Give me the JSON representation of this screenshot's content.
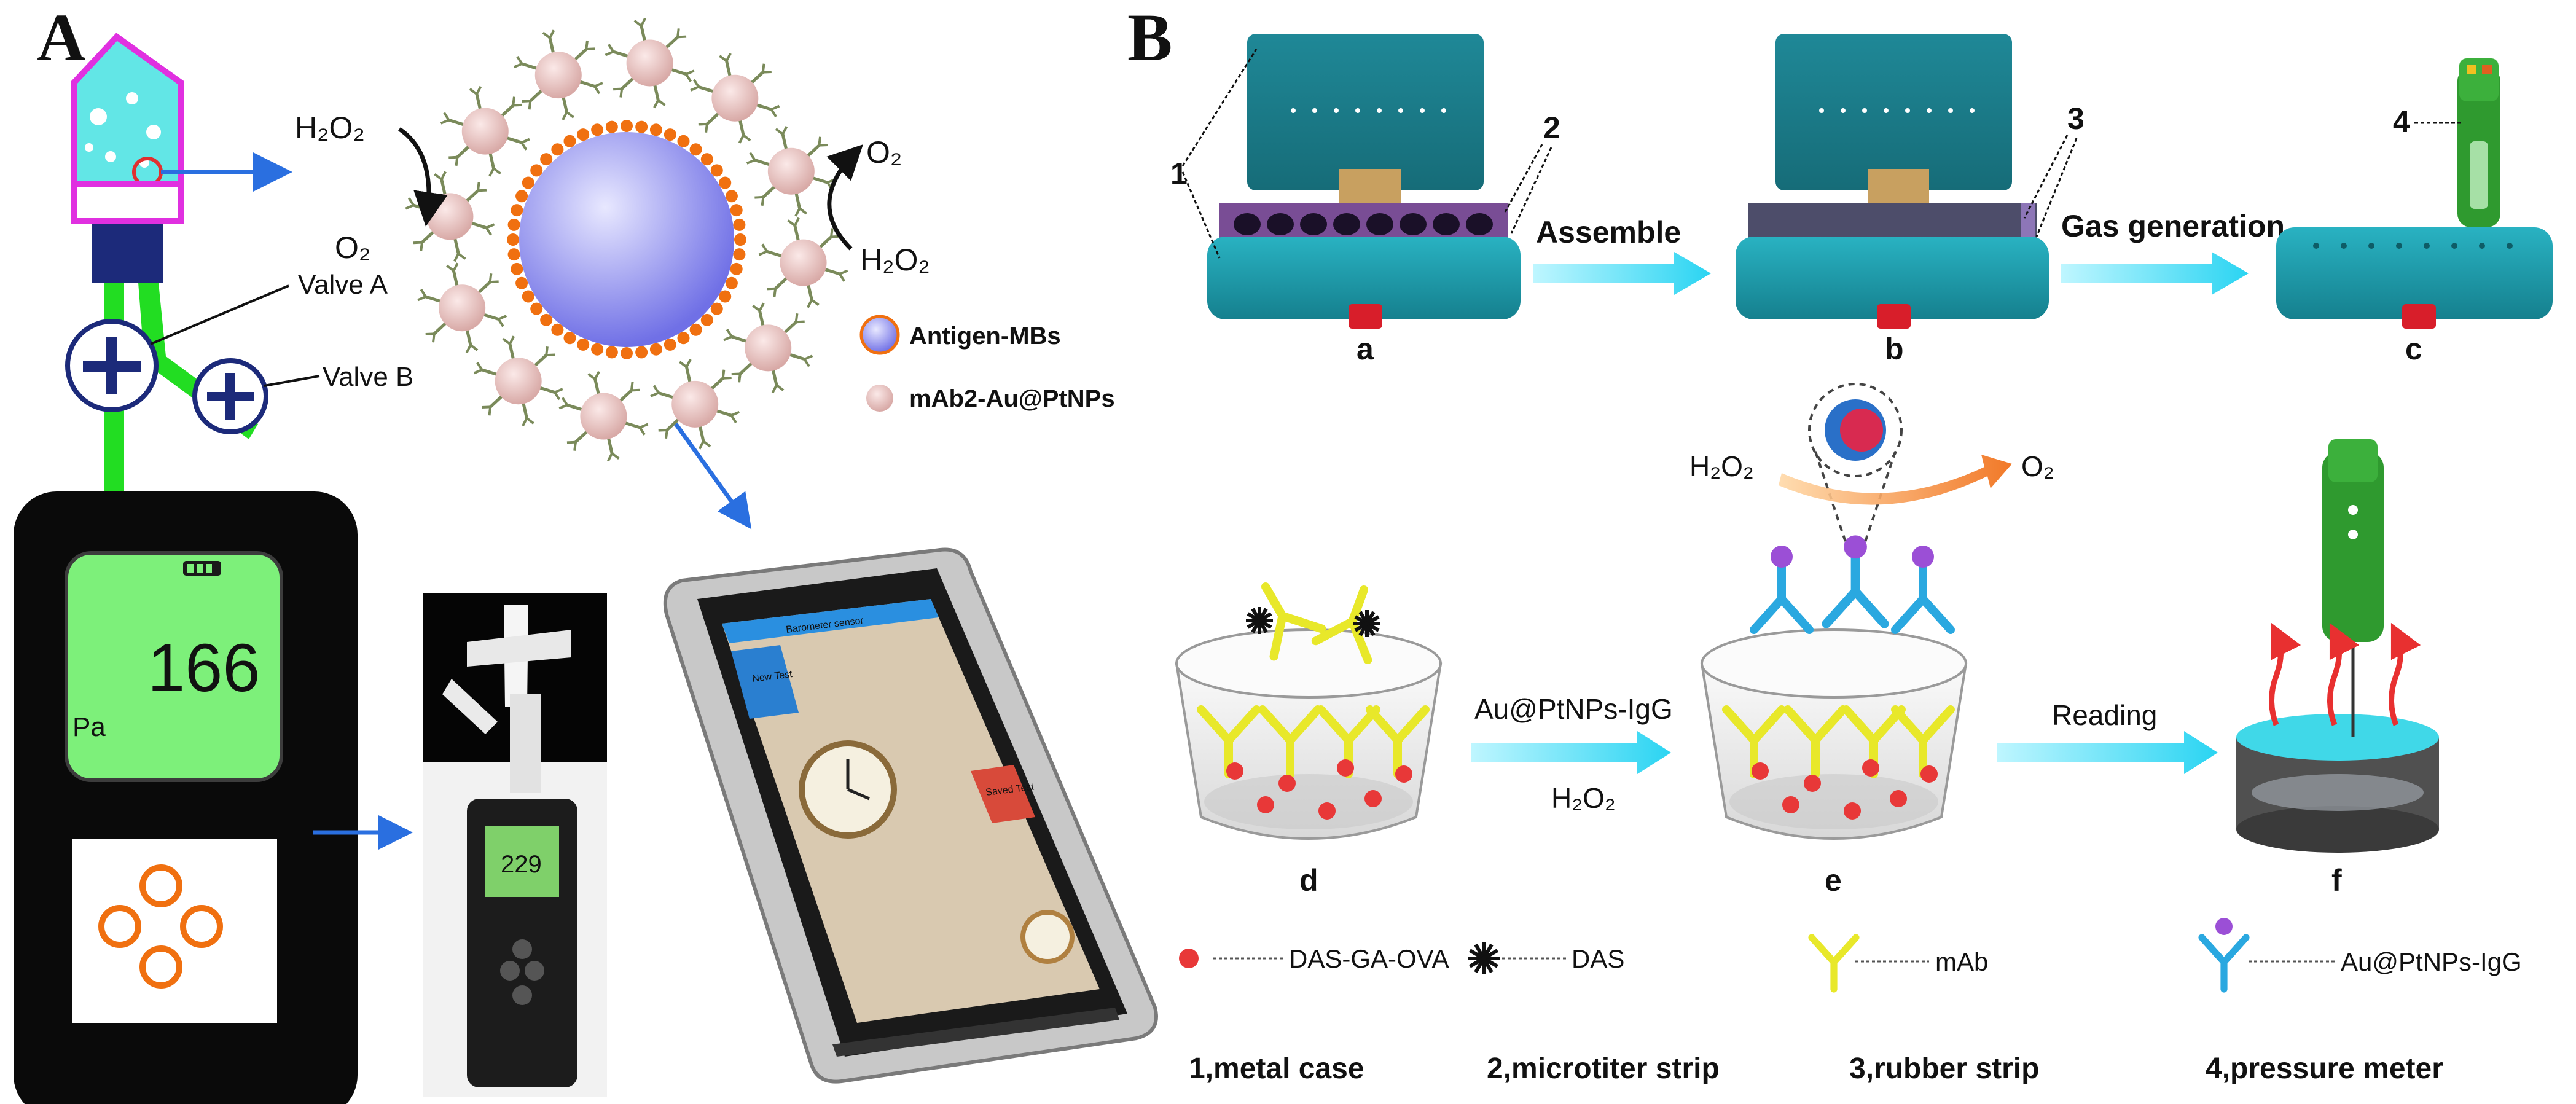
{
  "panel_a": {
    "label": "A",
    "valve_a": "Valve A",
    "valve_b": "Valve B",
    "h2o2_left": "H₂O₂",
    "o2_left": "O₂",
    "o2_right": "O₂",
    "h2o2_right": "H₂O₂",
    "legend_antigen": "Antigen-MBs",
    "legend_mab2": "mAb2-Au@PtNPs",
    "reading_value": "166",
    "reading_unit": "Pa",
    "photo_reading": "229",
    "phone_header": "Barometer sensor",
    "phone_tile1": "New Test",
    "phone_tile2": "Saved Test"
  },
  "panel_b": {
    "label": "B",
    "num1": "1",
    "num2": "2",
    "num3": "3",
    "num4": "4",
    "step_a": "a",
    "step_b": "b",
    "step_c": "c",
    "step_d": "d",
    "step_e": "e",
    "step_f": "f",
    "arrow_assemble": "Assemble",
    "arrow_gas": "Gas generation",
    "arrow_conj": "Au@PtNPs-IgG",
    "arrow_h2o2": "H₂O₂",
    "arrow_reading": "Reading",
    "h2o2_top": "H₂O₂",
    "o2_top": "O₂",
    "legend_das_ga_ova": "DAS-GA-OVA",
    "legend_das": "DAS",
    "legend_mab": "mAb",
    "legend_igg": "Au@PtNPs-IgG",
    "key1": "1,metal case",
    "key2": "2,microtiter strip",
    "key3": "3,rubber strip",
    "key4": "4,pressure meter"
  },
  "colors": {
    "teal_case": "#1a9aaa",
    "lid": "#1e7d8a",
    "screen_green": "#7df07a",
    "tube_green": "#22dd22",
    "arrow_blue": "#2a6fe0",
    "cyan_arrow": "#36d6f0",
    "mab_yellow": "#e8e82a",
    "igg_blue": "#2aa8e0",
    "red_dot": "#e83838",
    "purple_ball": "#9b4fd6",
    "meter_green": "#2f9a2f",
    "magenta": "#e040e0"
  }
}
